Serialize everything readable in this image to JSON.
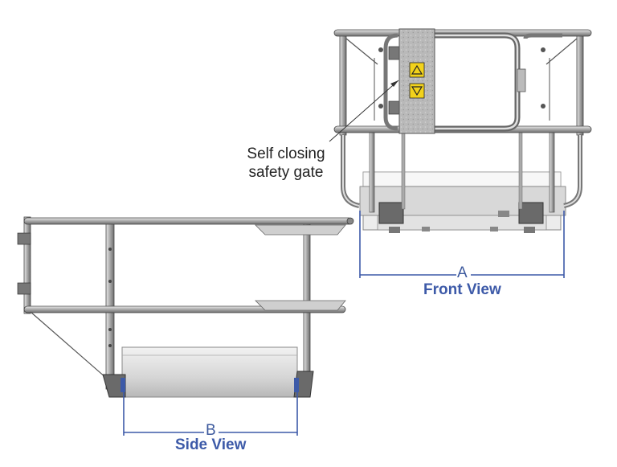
{
  "callout": {
    "line1": "Self closing",
    "line2": "safety gate"
  },
  "front_view": {
    "dimension_letter": "A",
    "label": "Front View"
  },
  "side_view": {
    "dimension_letter": "B",
    "label": "Side View"
  },
  "colors": {
    "dimension_blue": "#3d5aa8",
    "frame_gray": "#9a9a9a",
    "warning_yellow": "#f2d21b"
  },
  "icons": [
    "warning-triangle-icon",
    "warning-triangle-inverted-icon"
  ]
}
